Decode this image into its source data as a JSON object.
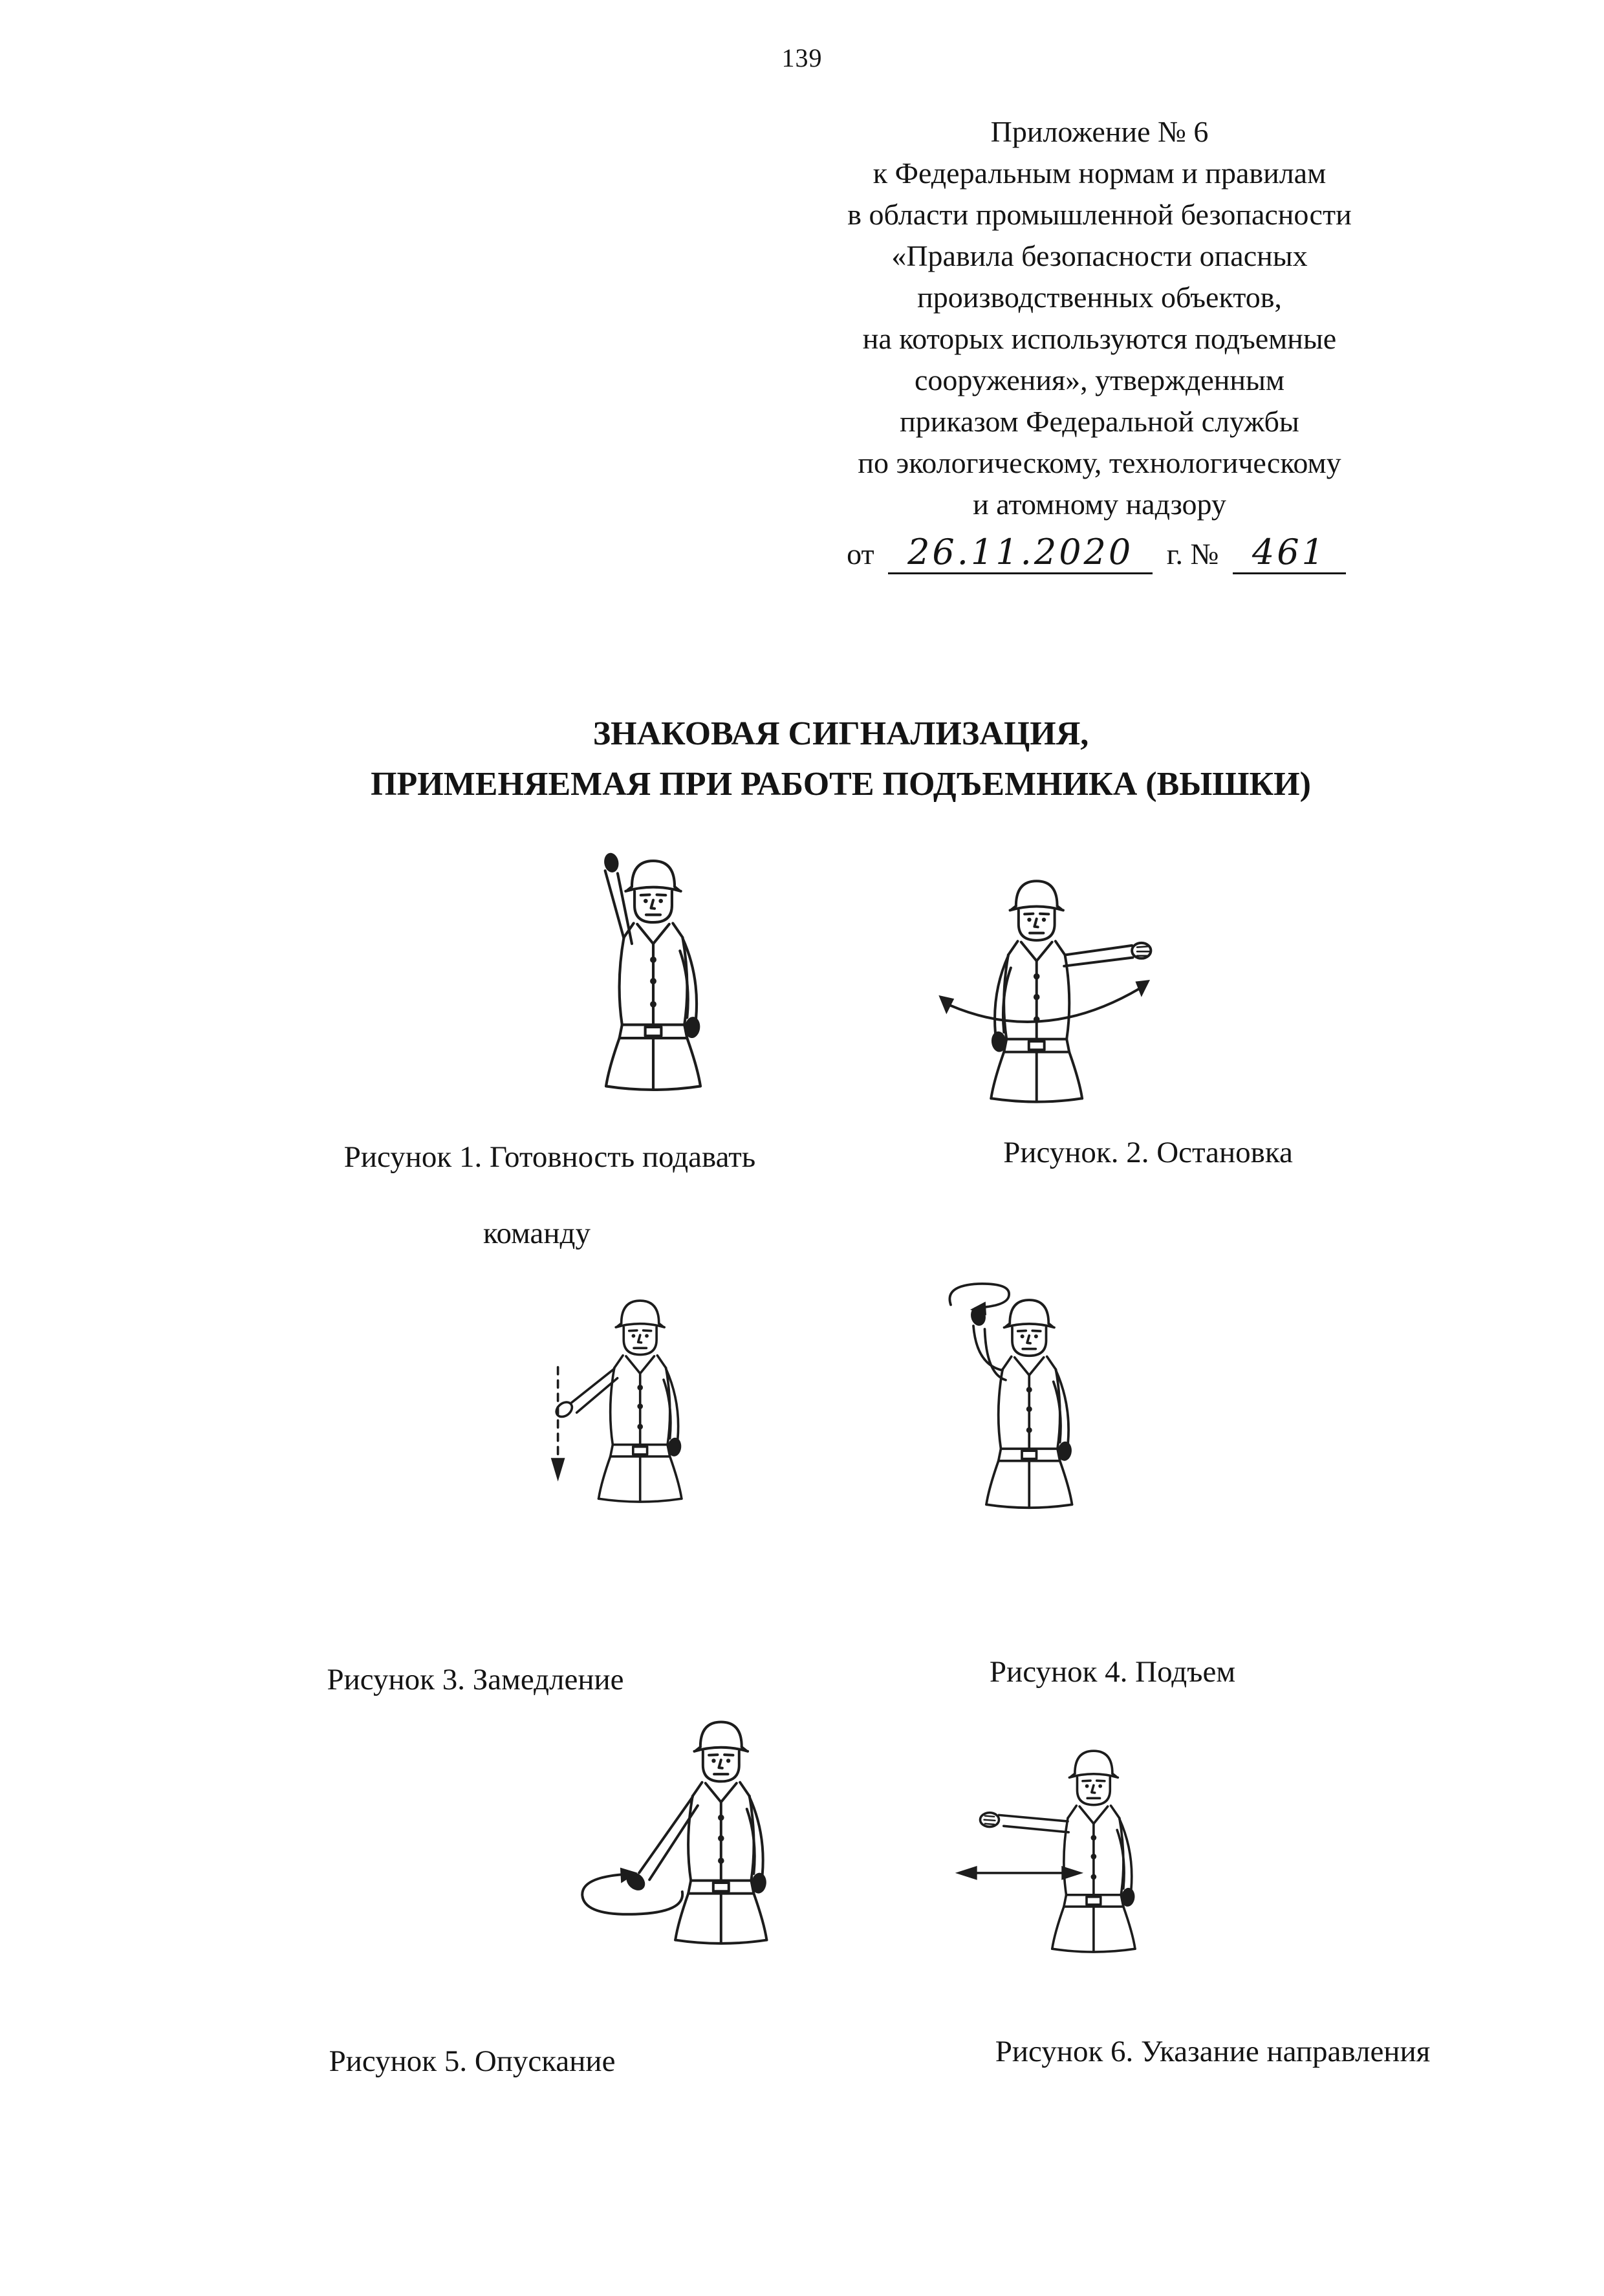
{
  "page": {
    "number": "139"
  },
  "colors": {
    "ink": "#1c1c1c",
    "paper": "#ffffff"
  },
  "header": {
    "lines": [
      "Приложение № 6",
      "к Федеральным нормам и правилам",
      "в области промышленной безопасности",
      "«Правила безопасности опасных",
      "производственных объектов,",
      "на которых используются подъемные",
      "сооружения», утвержденным",
      "приказом Федеральной службы",
      "по экологическому, технологическому",
      "и атомному надзору"
    ],
    "date": {
      "prefix": "от",
      "value": "26.11.2020",
      "middle": "г. №",
      "number": "461"
    }
  },
  "title": {
    "line1": "ЗНАКОВАЯ СИГНАЛИЗАЦИЯ,",
    "line2": "ПРИМЕНЯЕМАЯ ПРИ РАБОТЕ ПОДЪЕМНИКА (ВЫШКИ)"
  },
  "figures": [
    {
      "caption": "Рисунок 1. Готовность подавать",
      "caption_line2": "команду",
      "illustration": "signalman-arm-raised-straight-up"
    },
    {
      "caption": "Рисунок. 2. Остановка",
      "illustration": "signalman-arm-extended-swinging-arc"
    },
    {
      "caption": "Рисунок 3. Замедление",
      "illustration": "signalman-arm-lowered-dashed-down-arrow"
    },
    {
      "caption": "Рисунок 4. Подъем",
      "illustration": "signalman-raised-hand-circular-arrow"
    },
    {
      "caption": "Рисунок 5. Опускание",
      "illustration": "signalman-lowered-hand-circular-arrow"
    },
    {
      "caption": "Рисунок 6. Указание направления",
      "illustration": "signalman-arm-extended-double-arrow"
    }
  ]
}
